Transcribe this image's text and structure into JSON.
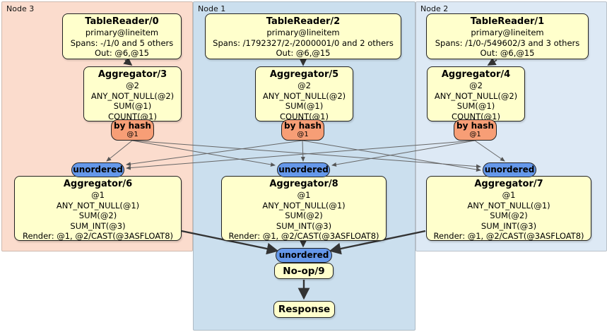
{
  "regions": {
    "node3": {
      "label": "Node 3"
    },
    "node1": {
      "label": "Node 1"
    },
    "node2": {
      "label": "Node 2"
    }
  },
  "processors": {
    "tr0": {
      "title": "TableReader/0",
      "rows": [
        "primary@lineitem",
        "Spans: -/1/0 and 5 others",
        "Out: @6,@15"
      ]
    },
    "tr2": {
      "title": "TableReader/2",
      "rows": [
        "primary@lineitem",
        "Spans: /1792327/2-/2000001/0 and 2 others",
        "Out: @6,@15"
      ]
    },
    "tr1": {
      "title": "TableReader/1",
      "rows": [
        "primary@lineitem",
        "Spans: /1/0-/549602/3 and 3 others",
        "Out: @6,@15"
      ]
    },
    "agg3": {
      "title": "Aggregator/3"
    },
    "agg5": {
      "title": "Aggregator/5"
    },
    "agg4": {
      "title": "Aggregator/4"
    },
    "agg6": {
      "title": "Aggregator/6"
    },
    "agg8": {
      "title": "Aggregator/8"
    },
    "agg7": {
      "title": "Aggregator/7"
    },
    "noop": {
      "title": "No-op/9"
    },
    "response": {
      "title": "Response"
    }
  },
  "agg_top_rows": [
    "@2",
    "ANY_NOT_NULL(@2)",
    "SUM(@1)",
    "COUNT(@1)"
  ],
  "agg_bottom_rows": [
    "@1",
    "ANY_NOT_NULL(@1)",
    "SUM(@2)",
    "SUM_INT(@3)",
    "Render: @1, @2/CAST(@3ASFLOAT8)"
  ],
  "router": {
    "label": "by hash",
    "hash_key": "@1"
  },
  "stream": {
    "unordered_label": "unordered"
  },
  "colors": {
    "node3_bg": "#fbdccd",
    "node1_bg": "#cbdfee",
    "node2_bg": "#dde9f5",
    "processor_fill": "#ffffcc",
    "router_fill": "#f79e76",
    "sync_fill": "#6598ea",
    "thin_edge": "#666666",
    "thick_edge": "#333333"
  }
}
